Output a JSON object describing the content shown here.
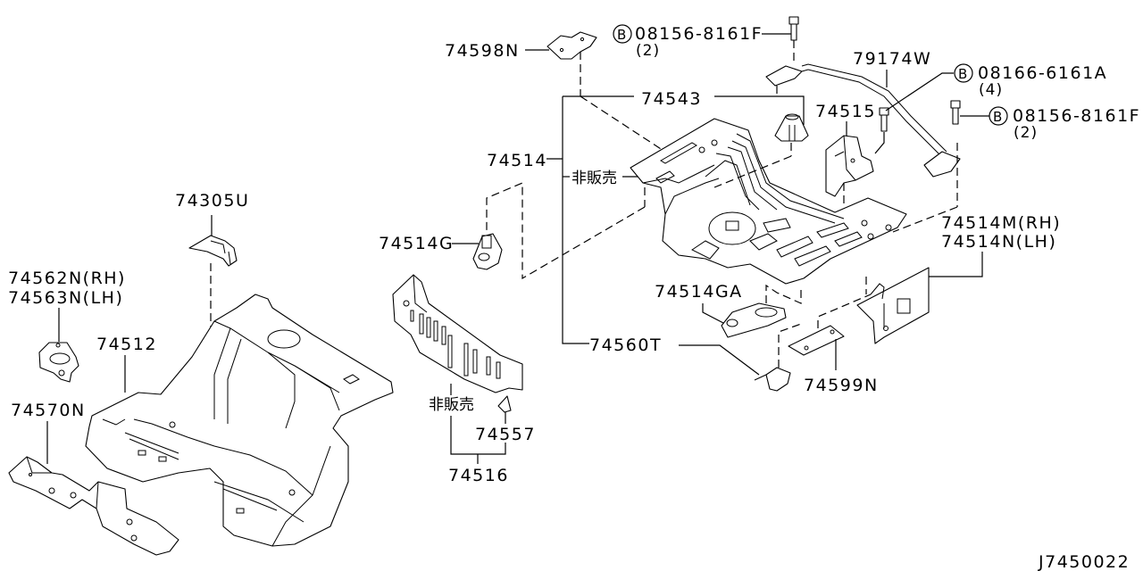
{
  "diagram": {
    "code": "J7450022",
    "bolt_marker": "B",
    "labels": {
      "p74598N": "74598N",
      "p74543": "74543",
      "p74514": "74514",
      "not_for_sale_1": "非販売",
      "p74514G": "74514G",
      "p74514GA": "74514GA",
      "p74560T": "74560T",
      "p74599N": "74599N",
      "p74515": "74515",
      "p79174W": "79174W",
      "bolt_08156_top": "08156-8161F",
      "bolt_08156_top_qty": "(2)",
      "bolt_08166": "08166-6161A",
      "bolt_08166_qty": "(4)",
      "bolt_08156_right": "08156-8161F",
      "bolt_08156_right_qty": "(2)",
      "p74514M": "74514M(RH)",
      "p74514N": "74514N(LH)",
      "p74305U": "74305U",
      "p74562N": "74562N(RH)",
      "p74563N": "74563N(LH)",
      "p74512": "74512",
      "p74570N": "74570N",
      "not_for_sale_2": "非販売",
      "p74557": "74557",
      "p74516": "74516"
    }
  }
}
